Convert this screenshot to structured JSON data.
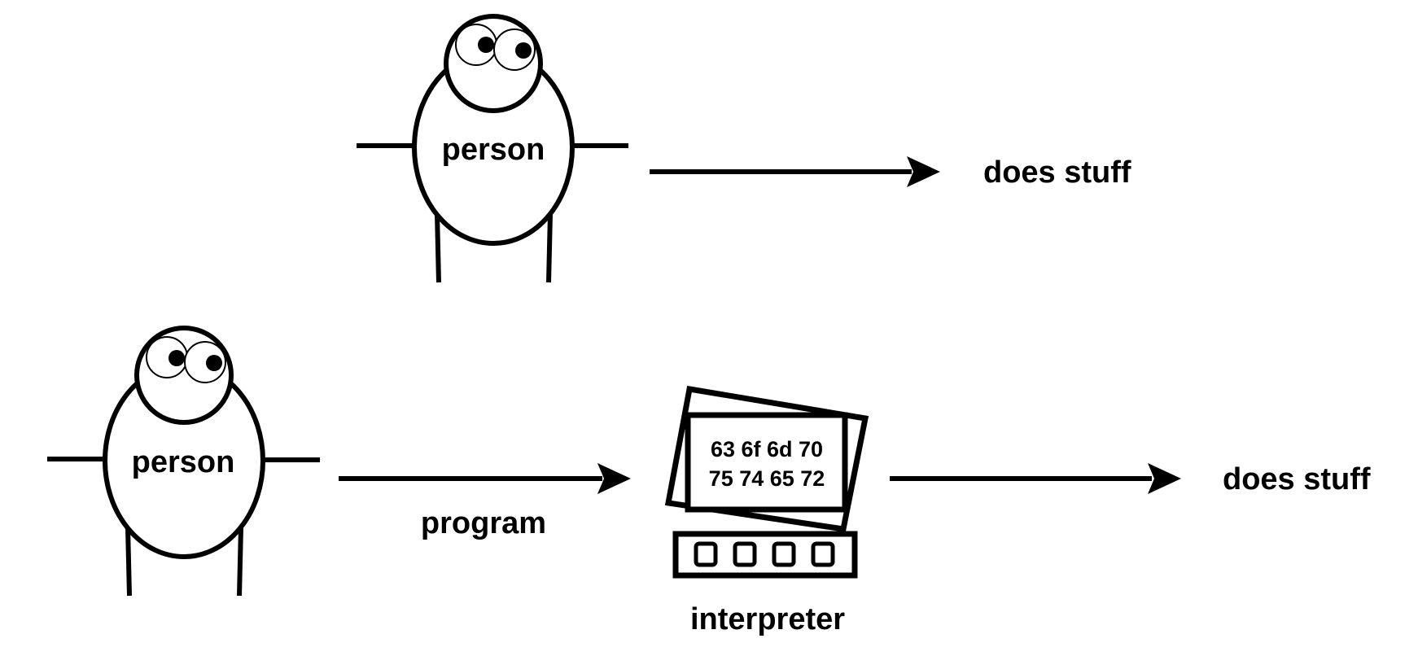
{
  "top_row": {
    "person_label": "person",
    "result_label": "does stuff"
  },
  "bottom_row": {
    "person_label": "person",
    "arrow_label": "program",
    "screen_line_1": "63 6f 6d 70",
    "screen_line_2": "75 74 65 72",
    "computer_label": "interpreter",
    "result_label": "does stuff"
  },
  "colors": {
    "stroke": "#000000",
    "background": "#ffffff"
  }
}
